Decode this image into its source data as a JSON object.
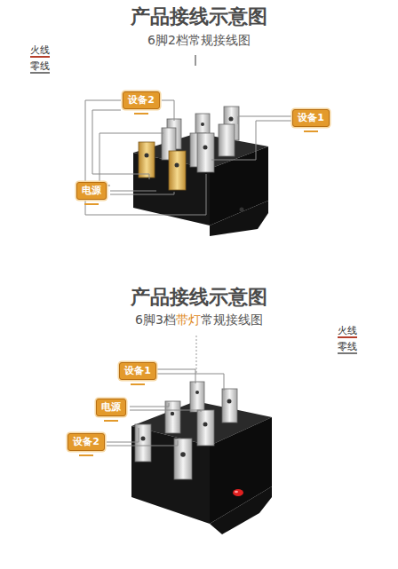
{
  "diagram": {
    "title": "产品接线示意图",
    "nodes": [
      {
        "text": [
          "设备2"
        ]
      },
      {
        "text": [
          "设备1"
        ]
      },
      {
        "text": [
          "电源"
        ]
      },
      {
        "text": [
          "设备1"
        ]
      },
      {
        "text": [
          "电源"
        ]
      },
      {
        "text": [
          "设备2"
        ]
      }
    ],
    "edges": [],
    "labels": [
      "6脚2档常规接线图",
      "产品接线示意图",
      "6脚3档",
      "带灯",
      "常规接线图"
    ],
    "legend": [
      {
        "text": "火线"
      },
      {
        "text": "零线"
      },
      {
        "text": "火线"
      },
      {
        "text": "零线"
      }
    ]
  }
}
